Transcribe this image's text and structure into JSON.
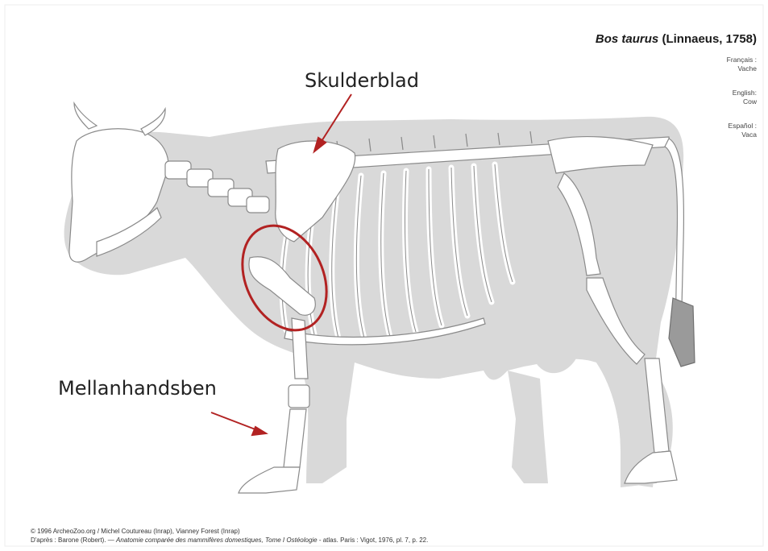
{
  "header": {
    "species_italic": "Bos taurus",
    "species_author": "(Linnaeus, 1758)"
  },
  "names": [
    {
      "lang": "Français :",
      "name": "Vache"
    },
    {
      "lang": "English:",
      "name": "Cow"
    },
    {
      "lang": "Español :",
      "name": "Vaca"
    }
  ],
  "annotations": {
    "scapula": "Skulderblad",
    "metacarpal": "Mellanhandsben"
  },
  "credits": {
    "line1": "© 1996 ArcheoZoo.org / Michel Coutureau (Inrap), Vianney Forest (Inrap)",
    "line2_prefix": "D'après : Barone (Robert). — ",
    "line2_italic": "Anatomie comparée des mammifères domestiques, Tome I Ostéologie",
    "line2_suffix": " - atlas. Paris : Vigot, 1976, pl. 7, p. 22."
  },
  "colors": {
    "body_silhouette": "#d9d9d9",
    "bone_fill": "#ffffff",
    "bone_stroke": "#8a8a8a",
    "accent": "#b22222"
  }
}
